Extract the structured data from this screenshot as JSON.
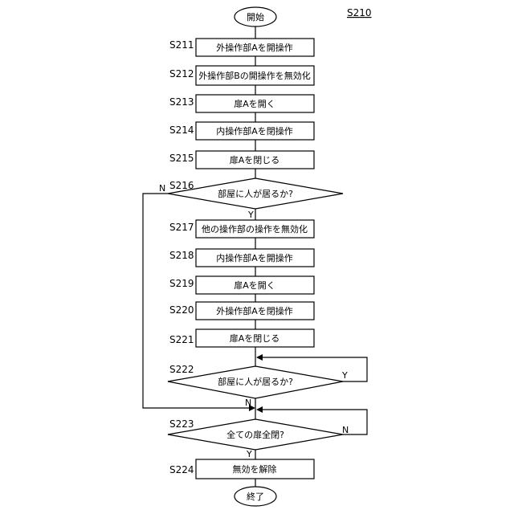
{
  "figure_label": "S210",
  "start": "開始",
  "end": "終了",
  "steps": [
    {
      "id": "S211",
      "text": "外操作部Aを開操作"
    },
    {
      "id": "S212",
      "text": "外操作部Bの開操作を無効化"
    },
    {
      "id": "S213",
      "text": "扉Aを開く"
    },
    {
      "id": "S214",
      "text": "内操作部Aを閉操作"
    },
    {
      "id": "S215",
      "text": "扉Aを閉じる"
    },
    {
      "id": "S216",
      "text": "部屋に人が居るか?"
    },
    {
      "id": "S217",
      "text": "他の操作部の操作を無効化"
    },
    {
      "id": "S218",
      "text": "内操作部Aを開操作"
    },
    {
      "id": "S219",
      "text": "扉Aを開く"
    },
    {
      "id": "S220",
      "text": "外操作部Aを閉操作"
    },
    {
      "id": "S221",
      "text": "扉Aを閉じる"
    },
    {
      "id": "S222",
      "text": "部屋に人が居るか?"
    },
    {
      "id": "S223",
      "text": "全ての扉全閉?"
    },
    {
      "id": "S224",
      "text": "無効を解除"
    }
  ],
  "branches": {
    "s216_no": "N",
    "s216_yes": "Y",
    "s222_yes": "Y",
    "s222_no": "N",
    "s223_no": "N",
    "s223_yes": "Y"
  }
}
